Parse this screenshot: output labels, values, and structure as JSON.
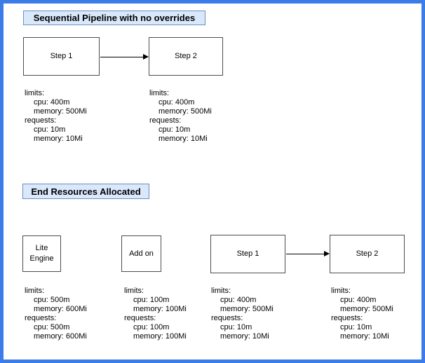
{
  "colors": {
    "frame-border": "#3b7ce8",
    "title-fill": "#dae8fc",
    "title-border": "#6c8ebf",
    "node-border": "#4d4d4d",
    "node-fill": "#ffffff",
    "text": "#000000"
  },
  "pipeline_section": {
    "title": "Sequential Pipeline with no overrides",
    "nodes": [
      {
        "label": "Step 1"
      },
      {
        "label": "Step 2"
      }
    ],
    "resources": [
      {
        "lines": [
          "limits:",
          "cpu: 400m",
          "memory: 500Mi",
          "requests:",
          "cpu: 10m",
          "memory: 10Mi"
        ]
      },
      {
        "lines": [
          "limits:",
          "cpu: 400m",
          "memory: 500Mi",
          "requests:",
          "cpu: 10m",
          "memory: 10Mi"
        ]
      }
    ]
  },
  "allocated_section": {
    "title": "End Resources Allocated",
    "nodes": [
      {
        "label": "Lite Engine"
      },
      {
        "label": "Add on"
      },
      {
        "label": "Step 1"
      },
      {
        "label": "Step 2"
      }
    ],
    "resources": [
      {
        "lines": [
          "limits:",
          "cpu: 500m",
          "memory: 600Mi",
          "requests:",
          "cpu: 500m",
          "memory: 600Mi"
        ]
      },
      {
        "lines": [
          "limits:",
          "cpu: 100m",
          "memory: 100Mi",
          "requests:",
          "cpu: 100m",
          "memory: 100Mi"
        ]
      },
      {
        "lines": [
          "limits:",
          "cpu: 400m",
          "memory: 500Mi",
          "requests:",
          "cpu: 10m",
          "memory: 10Mi"
        ]
      },
      {
        "lines": [
          "limits:",
          "cpu: 400m",
          "memory: 500Mi",
          "requests:",
          "cpu: 10m",
          "memory: 10Mi"
        ]
      }
    ]
  }
}
